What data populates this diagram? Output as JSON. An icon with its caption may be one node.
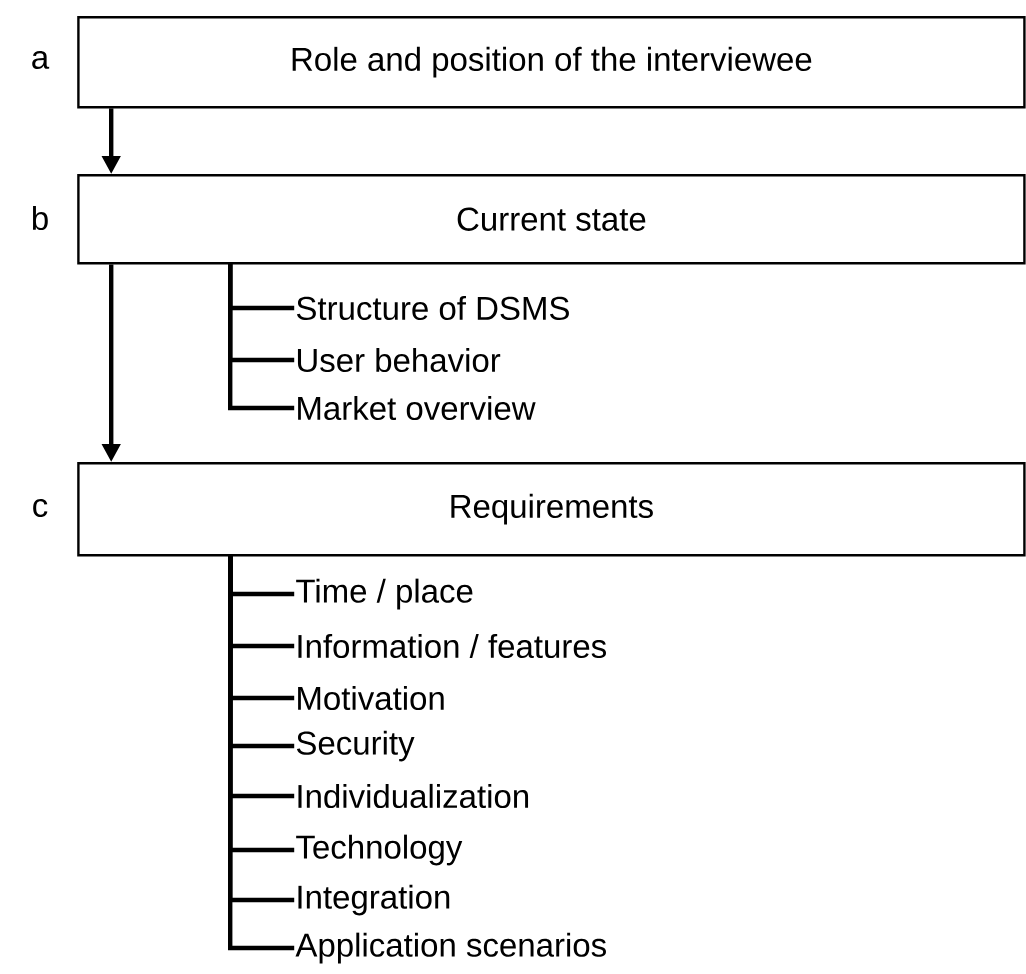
{
  "diagram": {
    "nodes": [
      {
        "text": [
          "Role and position of the interviewee"
        ]
      },
      {
        "text": [
          "Current state"
        ]
      },
      {
        "text": [
          "Requirements"
        ]
      },
      {
        "text": [
          "Structure of DSMS"
        ]
      },
      {
        "text": [
          "User behavior"
        ]
      },
      {
        "text": [
          "Market overview"
        ]
      },
      {
        "text": [
          "Time / place"
        ]
      },
      {
        "text": [
          "Information / features"
        ]
      },
      {
        "text": [
          "Motivation"
        ]
      },
      {
        "text": [
          "Security"
        ]
      },
      {
        "text": [
          "Individualization"
        ]
      },
      {
        "text": [
          "Technology"
        ]
      },
      {
        "text": [
          "Integration"
        ]
      },
      {
        "text": [
          "Application scenarios"
        ]
      }
    ],
    "edges": [
      {
        "from": 0,
        "to": 1,
        "arrow": "to"
      },
      {
        "from": 1,
        "to": 2,
        "arrow": "to"
      },
      {
        "from": 1,
        "to": 3,
        "arrow": "none"
      },
      {
        "from": 1,
        "to": 4,
        "arrow": "none"
      },
      {
        "from": 1,
        "to": 5,
        "arrow": "none"
      },
      {
        "from": 2,
        "to": 6,
        "arrow": "none"
      },
      {
        "from": 2,
        "to": 7,
        "arrow": "none"
      },
      {
        "from": 2,
        "to": 8,
        "arrow": "none"
      },
      {
        "from": 2,
        "to": 9,
        "arrow": "none"
      },
      {
        "from": 2,
        "to": 10,
        "arrow": "none"
      },
      {
        "from": 2,
        "to": 11,
        "arrow": "none"
      },
      {
        "from": 2,
        "to": 12,
        "arrow": "none"
      },
      {
        "from": 2,
        "to": 13,
        "arrow": "none"
      }
    ],
    "labels": [
      "a",
      "b",
      "c"
    ]
  }
}
